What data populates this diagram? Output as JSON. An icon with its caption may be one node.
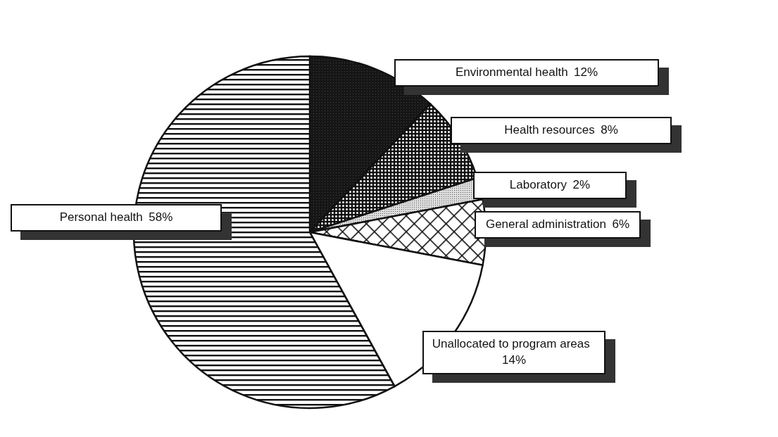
{
  "diagram": {
    "chart_data": {
      "type": "pie",
      "categories": [
        "Environmental health",
        "Health resources",
        "Laboratory",
        "General administration",
        "Unallocated to program areas",
        "Personal health"
      ],
      "values": [
        12,
        8,
        2,
        6,
        14,
        58
      ],
      "value_labels": [
        "12%",
        "8%",
        "2%",
        "6%",
        "14%",
        "58%"
      ]
    }
  }
}
